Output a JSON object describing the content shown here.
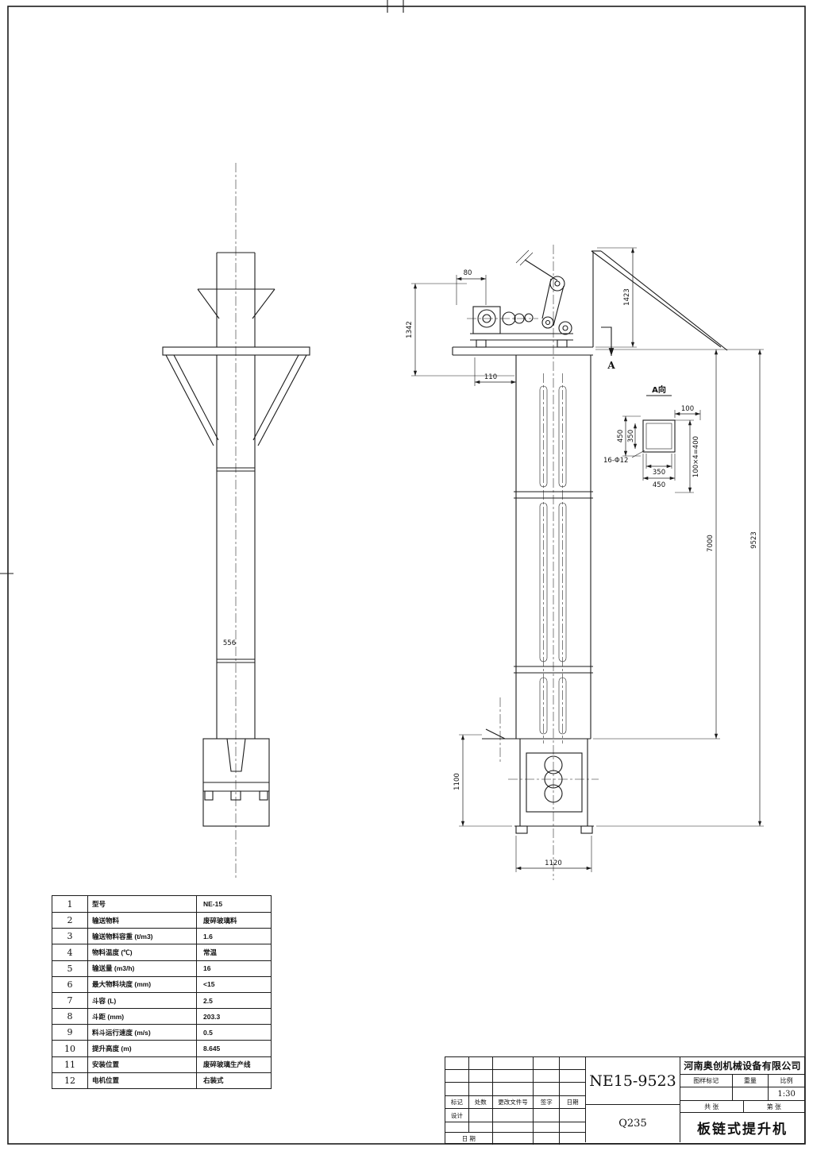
{
  "dims": {
    "d556": "556",
    "d80": "80",
    "d1423": "1423",
    "d1342": "1342",
    "d110": "110",
    "section": "A",
    "a_view": "A向",
    "d100": "100",
    "d450l": "450",
    "d350l": "350",
    "bolt": "16-Φ12",
    "d350b": "350",
    "d450b": "450",
    "pitch": "100×4=400",
    "d7000": "7000",
    "d9523": "9523",
    "d1100": "1100",
    "d1120": "1120"
  },
  "spec": {
    "rows": [
      {
        "num": "1",
        "label": "型号",
        "value": "NE-15"
      },
      {
        "num": "2",
        "label": "输送物料",
        "value": "废碎玻璃料"
      },
      {
        "num": "3",
        "label": "输送物料容重 (t/m3)",
        "value": "1.6"
      },
      {
        "num": "4",
        "label": "物料温度 (℃)",
        "value": "常温"
      },
      {
        "num": "5",
        "label": "输送量 (m3/h)",
        "value": "16"
      },
      {
        "num": "6",
        "label": "最大物料块度 (mm)",
        "value": "<15"
      },
      {
        "num": "7",
        "label": "斗容 (L)",
        "value": "2.5"
      },
      {
        "num": "8",
        "label": "斗距 (mm)",
        "value": "203.3"
      },
      {
        "num": "9",
        "label": "料斗运行速度 (m/s)",
        "value": "0.5"
      },
      {
        "num": "10",
        "label": "提升高度 (m)",
        "value": "8.645"
      },
      {
        "num": "11",
        "label": "安装位置",
        "value": "废碎玻璃生产线"
      },
      {
        "num": "12",
        "label": "电机位置",
        "value": "右装式"
      }
    ]
  },
  "tb": {
    "drawing_no": "NE15-9523",
    "material": "Q235",
    "company": "河南奥创机械设备有限公司",
    "mark_label": "图样标记",
    "weight_label": "重量",
    "scale_label": "比例",
    "scale_value": "1:30",
    "sheets_total": "共 张",
    "sheet_no": "第 张",
    "product": "板链式提升机",
    "rev": {
      "mark": "标记",
      "count": "处数",
      "file": "更改文件号",
      "sign": "签字",
      "date": "日期"
    },
    "design_label": "设计",
    "date_label": "日 期"
  }
}
